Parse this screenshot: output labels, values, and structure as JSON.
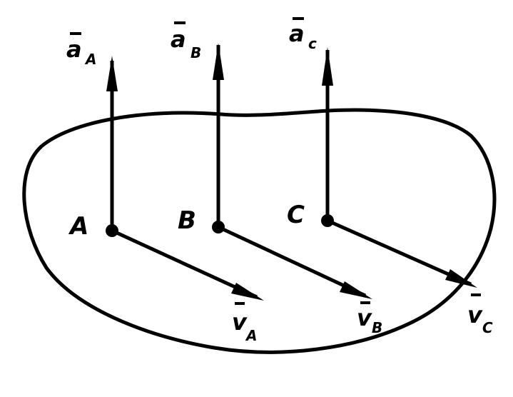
{
  "points": [
    {
      "id": "A",
      "label": "A",
      "accel_symbol": "a",
      "accel_sub": "A",
      "vel_symbol": "v",
      "vel_sub": "A"
    },
    {
      "id": "B",
      "label": "B",
      "accel_symbol": "a",
      "accel_sub": "B",
      "vel_symbol": "v",
      "vel_sub": "B"
    },
    {
      "id": "C",
      "label": "C",
      "accel_symbol": "a",
      "accel_sub": "c",
      "vel_symbol": "v",
      "vel_sub": "C"
    }
  ],
  "colors": {
    "ink": "#000000",
    "background": "#ffffff"
  }
}
